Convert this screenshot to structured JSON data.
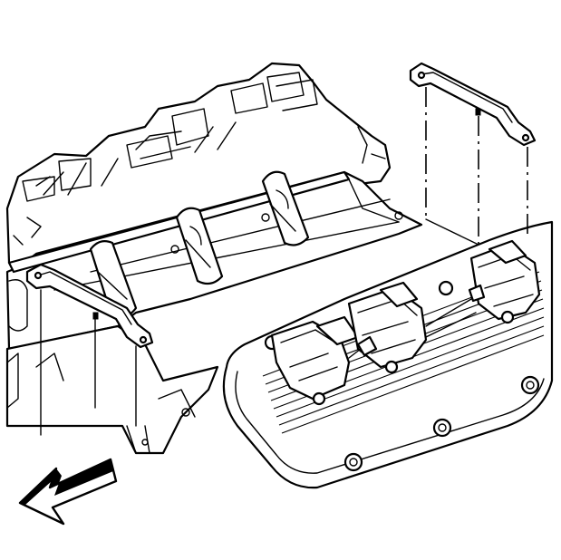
{
  "diagram": {
    "style": "line-art technical illustration",
    "stroke_color": "#000000",
    "background_color": "#ffffff",
    "components": [
      "cylinder-head",
      "intake-ports",
      "valve-rocker-cover",
      "ignition-coils",
      "coil-bracket-left",
      "coil-bracket-right",
      "front-direction-arrow"
    ]
  }
}
